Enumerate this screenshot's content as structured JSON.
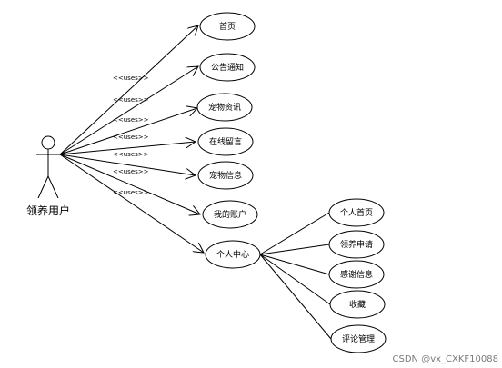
{
  "actor": {
    "label": "领养用户"
  },
  "stereotype": "<<uses>>",
  "use_cases": {
    "home": "首页",
    "notice": "公告通知",
    "pet_news": "宠物资讯",
    "online_message": "在线留言",
    "pet_info": "宠物信息",
    "my_account": "我的账户",
    "personal_center": "个人中心"
  },
  "sub_use_cases": {
    "personal_home": "个人首页",
    "adoption_apply": "领养申请",
    "thanks_info": "感谢信息",
    "favorites": "收藏",
    "comment_manage": "评论管理"
  },
  "watermark": "CSDN @vx_CXKF10088"
}
